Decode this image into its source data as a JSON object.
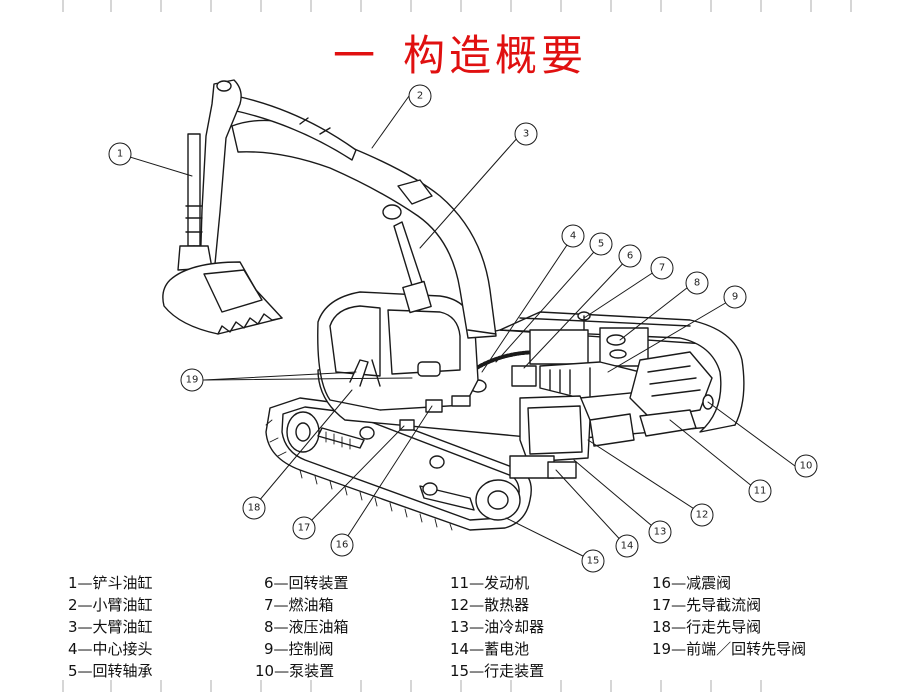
{
  "title": {
    "dash": "一",
    "text": "构造概要"
  },
  "callouts": [
    "1",
    "2",
    "3",
    "4",
    "5",
    "6",
    "7",
    "8",
    "9",
    "10",
    "11",
    "12",
    "13",
    "14",
    "15",
    "16",
    "17",
    "18",
    "19"
  ],
  "legend": [
    {
      "num": "1",
      "text": "—铲斗油缸"
    },
    {
      "num": "2",
      "text": "—小臂油缸"
    },
    {
      "num": "3",
      "text": "—大臂油缸"
    },
    {
      "num": "4",
      "text": "—中心接头"
    },
    {
      "num": "5",
      "text": "—回转轴承"
    },
    {
      "num": "6",
      "text": "—回转装置"
    },
    {
      "num": "7",
      "text": "—燃油箱"
    },
    {
      "num": "8",
      "text": "—液压油箱"
    },
    {
      "num": "9",
      "text": "—控制阀"
    },
    {
      "num": "10",
      "text": "—泵装置"
    },
    {
      "num": "11",
      "text": "—发动机"
    },
    {
      "num": "12",
      "text": "—散热器"
    },
    {
      "num": "13",
      "text": "—油冷却器"
    },
    {
      "num": "14",
      "text": "—蓄电池"
    },
    {
      "num": "15",
      "text": "—行走装置"
    },
    {
      "num": "16",
      "text": "—减震阀"
    },
    {
      "num": "17",
      "text": "—先导截流阀"
    },
    {
      "num": "18",
      "text": "—行走先导阀"
    },
    {
      "num": "19",
      "text": "—前端／回转先导阀"
    }
  ]
}
